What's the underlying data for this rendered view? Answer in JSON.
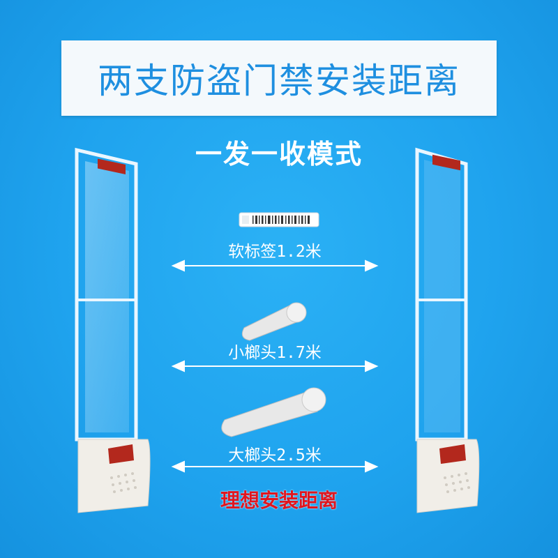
{
  "title": "两支防盗门禁安装距离",
  "mode": "一发一收模式",
  "tags": [
    {
      "label": "软标签1.2米"
    },
    {
      "label": "小榔头1.7米"
    },
    {
      "label": "大榔头2.5米"
    }
  ],
  "ideal": "理想安装距离",
  "colors": {
    "background": "#1fa3ee",
    "title_text": "#1e8fe0",
    "ideal_text": "#e0161f"
  }
}
